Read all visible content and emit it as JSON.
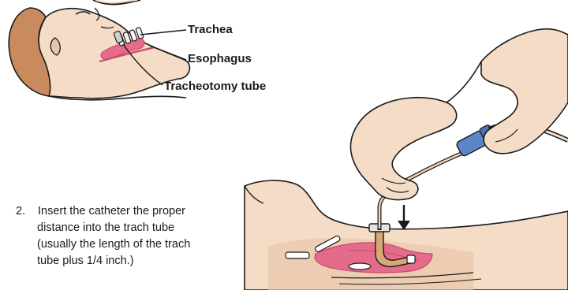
{
  "labels": {
    "trachea": "Trachea",
    "esophagus": "Esophagus",
    "tracheotomy_tube": "Tracheotomy tube"
  },
  "instruction": {
    "number": "2.",
    "lines": [
      "Insert the catheter the proper",
      "distance into the trach tube",
      "(usually the length of the trach",
      "tube plus 1/4 inch.)"
    ]
  },
  "colors": {
    "skin": "#f4dcc6",
    "skin_shadow": "#e8c6ab",
    "hair": "#c98a5e",
    "tissue": "#e46c8a",
    "tissue_dark": "#c94a6c",
    "tube": "#d9a776",
    "connector": "#5a86c8",
    "outline": "#1a1a1a"
  }
}
